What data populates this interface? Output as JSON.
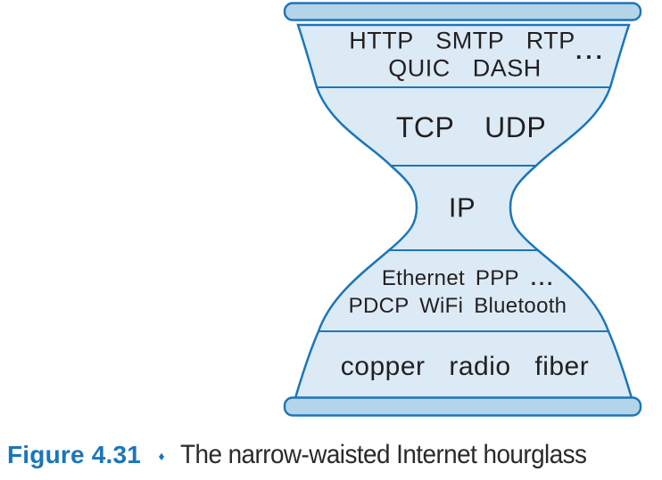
{
  "colors": {
    "accent": "#1b76b9",
    "bowl_fill": "#dceaf6",
    "cap_fill": "#b4d4e9",
    "label_text": "#231f20",
    "caption_text": "#2b2a2a"
  },
  "hourglass": {
    "application_line1": "HTTP SMTP RTP",
    "application_ellipsis": "...",
    "application_line2": "QUIC DASH",
    "transport_label": "TCP UDP",
    "network_label": "IP",
    "link_line1": "Ethernet PPP",
    "link_ellipsis": "...",
    "link_line2": "PDCP WiFi Bluetooth",
    "physical_label": "copper radio fiber"
  },
  "caption": {
    "figure_label": "Figure 4.31",
    "separator": "♦",
    "text": "The narrow-waisted Internet hourglass"
  }
}
